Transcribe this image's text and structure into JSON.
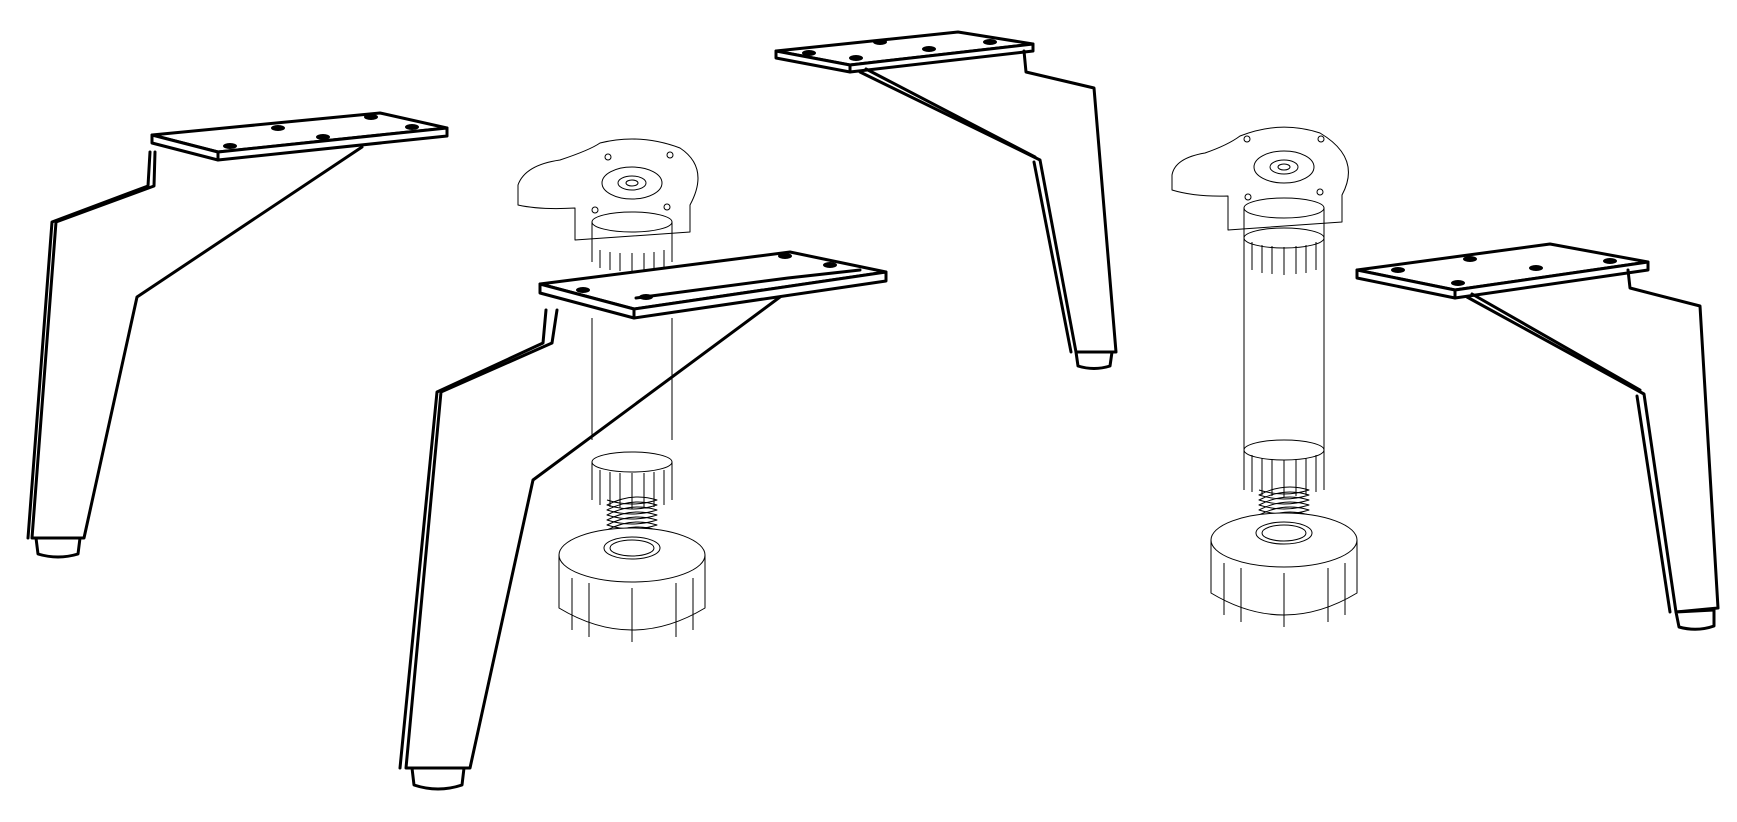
{
  "figure": {
    "stroke_color": "#000000",
    "background_color": "#ffffff",
    "parts": [
      {
        "id": "leg-1",
        "kind": "angled furniture leg"
      },
      {
        "id": "leg-2-exploded",
        "kind": "angled furniture leg with leveling insert"
      },
      {
        "id": "leg-3",
        "kind": "angled furniture leg"
      },
      {
        "id": "adjuster-assembly",
        "kind": "leveling adjuster with spring and base"
      },
      {
        "id": "leg-4",
        "kind": "angled furniture leg"
      }
    ]
  }
}
